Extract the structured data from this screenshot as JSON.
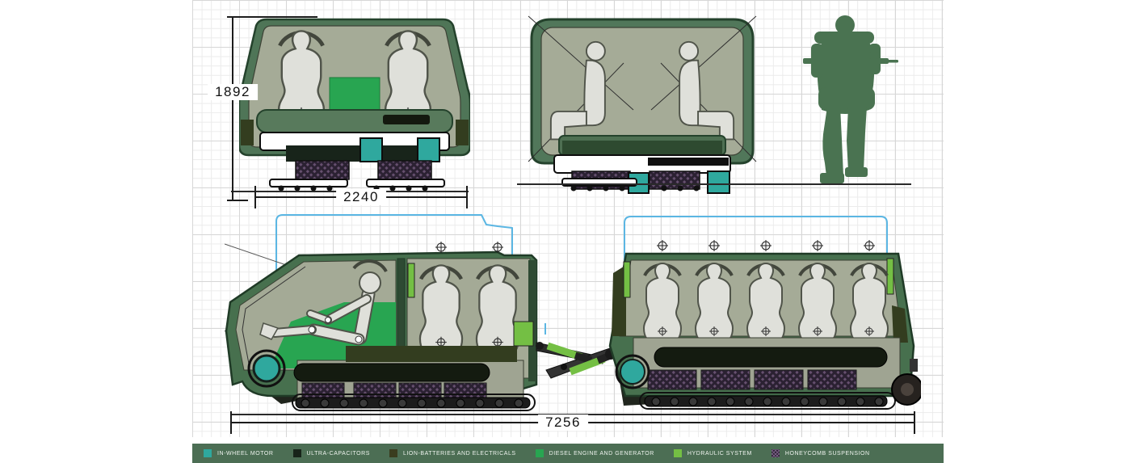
{
  "diagram": {
    "dimensions": {
      "front_height": "1892",
      "front_width": "2240",
      "overall_length": "7256"
    },
    "legend": {
      "bar_color": "#4C6E54",
      "items": [
        {
          "label": "IN-WHEEL MOTOR",
          "color": "#2FA89E"
        },
        {
          "label": "ULTRA-CAPACITORS",
          "color": "#18241A"
        },
        {
          "label": "LION-BATTERIES AND ELECTRICALS",
          "color": "#3A3D1F"
        },
        {
          "label": "DIESEL ENGINE AND GENERATOR",
          "color": "#28A551"
        },
        {
          "label": "HYDRAULIC SYSTEM",
          "color": "#74BF44"
        },
        {
          "label": "HONEYCOMB SUSPENSION",
          "color": "#2B2132"
        }
      ]
    },
    "palette": {
      "body_green": "#4F7557",
      "body_outline": "#24422C",
      "interior_sage": "#A9AE9A",
      "figure_gray": "#DFE0DA",
      "soldier_green": "#4A7351",
      "blueprint_blue": "#5BB6E3",
      "honeycomb_dot": "#66506F",
      "track_dark": "#1C1C1C",
      "grid_minor": "#EBEBEB",
      "grid_major": "#D7D7D7"
    }
  }
}
